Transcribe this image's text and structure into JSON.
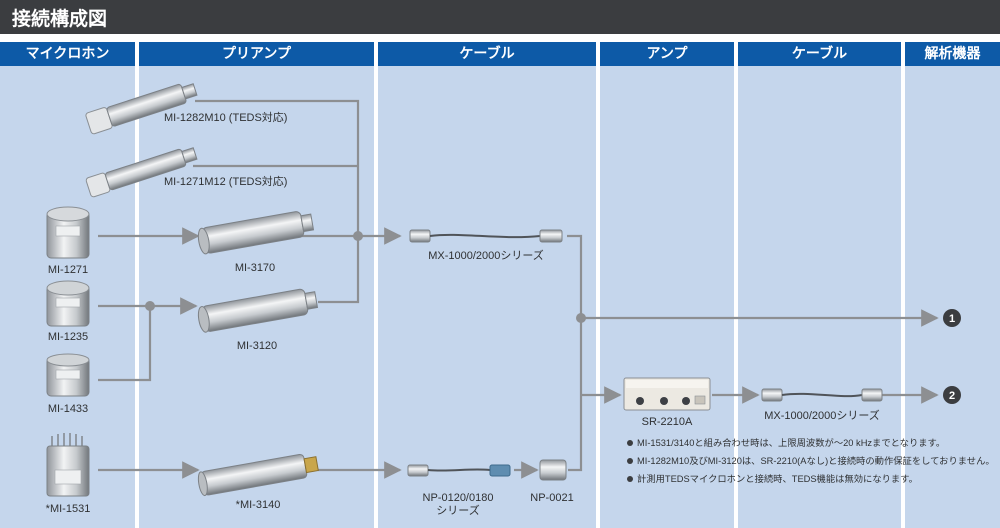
{
  "title": "接続構成図",
  "columns": [
    "マイクロホン",
    "プリアンプ",
    "ケーブル",
    "アンプ",
    "ケーブル",
    "解析機器"
  ],
  "labels": {
    "mi1282": "MI-1282M10 (TEDS対応)",
    "mi1271m12": "MI-1271M12 (TEDS対応)",
    "mi1271": "MI-1271",
    "mi1235": "MI-1235",
    "mi1433": "MI-1433",
    "mi1531": "*MI-1531",
    "mi3170": "MI-3170",
    "mi3120": "MI-3120",
    "mi3140": "*MI-3140",
    "mx_top": "MX-1000/2000シリーズ",
    "np0120_l1": "NP-0120/0180",
    "np0120_l2": "シリーズ",
    "np0021": "NP-0021",
    "sr2210": "SR-2210A",
    "mx_bottom": "MX-1000/2000シリーズ",
    "out1": "1",
    "out2": "2"
  },
  "notes": [
    "MI-1531/3140と組み合わせ時は、上限周波数が～20 kHzまでとなります。",
    "MI-1282M10及びMI-3120は、SR-2210(Aなし)と接続時の動作保証をしておりません。",
    "計測用TEDSマイクロホンと接続時、TEDS機能は無効になります。"
  ],
  "colors": {
    "header": "#3b3d40",
    "column_head": "#0d5aa7",
    "column_bg": "#c5d6ec",
    "line": "#8d8f92",
    "badge": "#3b3d40"
  }
}
